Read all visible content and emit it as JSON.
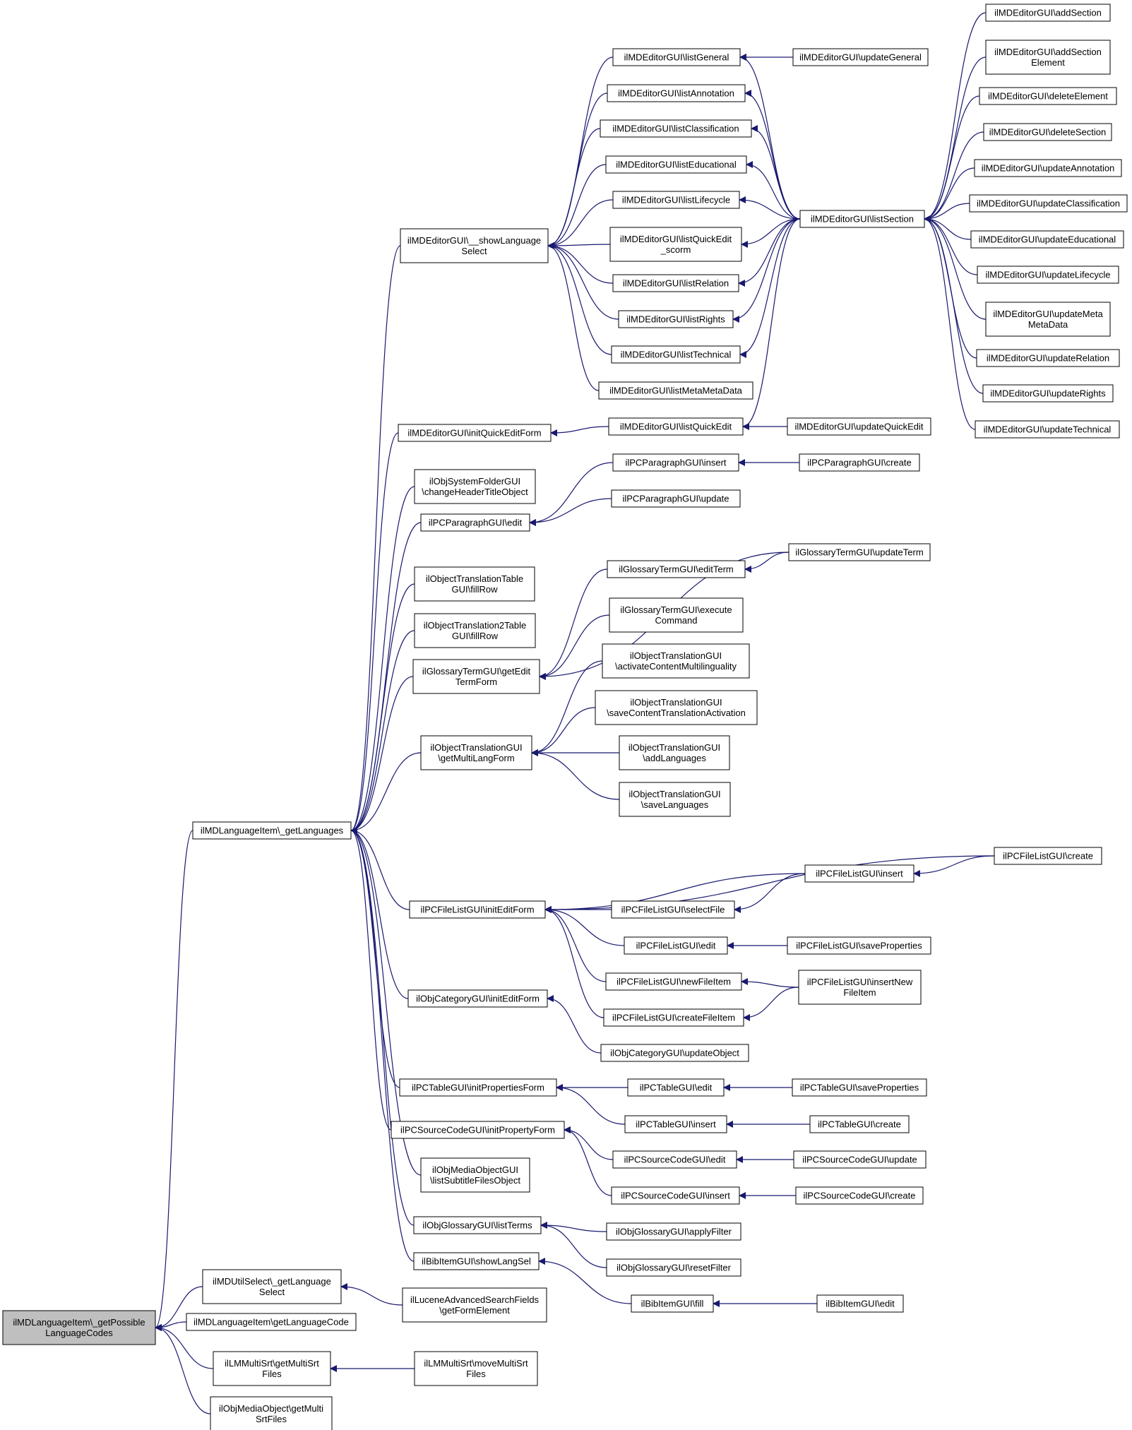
{
  "diagram": {
    "colors": {
      "edge": "#191970",
      "node_border": "#000000",
      "node_fill": "#ffffff",
      "root_fill": "#bfbfbf"
    },
    "nodes": [
      {
        "id": "root",
        "lines": [
          "ilMDLanguageItem\\_getPossible",
          "LanguageCodes"
        ],
        "root": true
      },
      {
        "id": "getLanguages",
        "lines": [
          "ilMDLanguageItem\\_getLanguages"
        ]
      },
      {
        "id": "utilSelect",
        "lines": [
          "ilMDUtilSelect\\_getLanguage",
          "Select"
        ]
      },
      {
        "id": "getLanguageCode",
        "lines": [
          "ilMDLanguageItem\\getLanguageCode"
        ]
      },
      {
        "id": "lmGetMulti",
        "lines": [
          "ilLMMultiSrt\\getMultiSrt",
          "Files"
        ]
      },
      {
        "id": "mobGetMulti",
        "lines": [
          "ilObjMediaObject\\getMulti",
          "SrtFiles"
        ]
      },
      {
        "id": "luceneAdv",
        "lines": [
          "ilLuceneAdvancedSearchFields",
          "\\getFormElement"
        ]
      },
      {
        "id": "lmMove",
        "lines": [
          "ilLMMultiSrt\\moveMultiSrt",
          "Files"
        ]
      },
      {
        "id": "showLangSel",
        "lines": [
          "ilMDEditorGUI\\__showLanguage",
          "Select"
        ]
      },
      {
        "id": "initQuickEditForm",
        "lines": [
          "ilMDEditorGUI\\initQuickEditForm"
        ]
      },
      {
        "id": "sysFolder",
        "lines": [
          "ilObjSystemFolderGUI",
          "\\changeHeaderTitleObject"
        ]
      },
      {
        "id": "pcParEdit",
        "lines": [
          "ilPCParagraphGUI\\edit"
        ]
      },
      {
        "id": "objTransTable",
        "lines": [
          "ilObjectTranslationTable",
          "GUI\\fillRow"
        ]
      },
      {
        "id": "objTrans2Table",
        "lines": [
          "ilObjectTranslation2Table",
          "GUI\\fillRow"
        ]
      },
      {
        "id": "glossGetEdit",
        "lines": [
          "ilGlossaryTermGUI\\getEdit",
          "TermForm"
        ]
      },
      {
        "id": "objTransGetMulti",
        "lines": [
          "ilObjectTranslationGUI",
          "\\getMultiLangForm"
        ]
      },
      {
        "id": "pcFileInitEdit",
        "lines": [
          "ilPCFileListGUI\\initEditForm"
        ]
      },
      {
        "id": "objCatInitEdit",
        "lines": [
          "ilObjCategoryGUI\\initEditForm"
        ]
      },
      {
        "id": "pcTableInitProps",
        "lines": [
          "ilPCTableGUI\\initPropertiesForm"
        ]
      },
      {
        "id": "pcSrcInitProp",
        "lines": [
          "ilPCSourceCodeGUI\\initPropertyForm"
        ]
      },
      {
        "id": "mobListSubtitle",
        "lines": [
          "ilObjMediaObjectGUI",
          "\\listSubtitleFilesObject"
        ]
      },
      {
        "id": "glossListTerms",
        "lines": [
          "ilObjGlossaryGUI\\listTerms"
        ]
      },
      {
        "id": "bibShowLangSel",
        "lines": [
          "ilBibItemGUI\\showLangSel"
        ]
      },
      {
        "id": "listGeneral",
        "lines": [
          "ilMDEditorGUI\\listGeneral"
        ]
      },
      {
        "id": "listAnnotation",
        "lines": [
          "ilMDEditorGUI\\listAnnotation"
        ]
      },
      {
        "id": "listClassification",
        "lines": [
          "ilMDEditorGUI\\listClassification"
        ]
      },
      {
        "id": "listEducational",
        "lines": [
          "ilMDEditorGUI\\listEducational"
        ]
      },
      {
        "id": "listLifecycle",
        "lines": [
          "ilMDEditorGUI\\listLifecycle"
        ]
      },
      {
        "id": "listQuickEditScorm",
        "lines": [
          "ilMDEditorGUI\\listQuickEdit",
          "_scorm"
        ]
      },
      {
        "id": "listRelation",
        "lines": [
          "ilMDEditorGUI\\listRelation"
        ]
      },
      {
        "id": "listRights",
        "lines": [
          "ilMDEditorGUI\\listRights"
        ]
      },
      {
        "id": "listTechnical",
        "lines": [
          "ilMDEditorGUI\\listTechnical"
        ]
      },
      {
        "id": "listMetaMetaData",
        "lines": [
          "ilMDEditorGUI\\listMetaMetaData"
        ]
      },
      {
        "id": "listQuickEdit",
        "lines": [
          "ilMDEditorGUI\\listQuickEdit"
        ]
      },
      {
        "id": "pcParInsert",
        "lines": [
          "ilPCParagraphGUI\\insert"
        ]
      },
      {
        "id": "pcParUpdate",
        "lines": [
          "ilPCParagraphGUI\\update"
        ]
      },
      {
        "id": "glossEditTerm",
        "lines": [
          "ilGlossaryTermGUI\\editTerm"
        ]
      },
      {
        "id": "glossExecute",
        "lines": [
          "ilGlossaryTermGUI\\execute",
          "Command"
        ]
      },
      {
        "id": "objTransActivate",
        "lines": [
          "ilObjectTranslationGUI",
          "\\activateContentMultilinguality"
        ]
      },
      {
        "id": "objTransSaveAct",
        "lines": [
          "ilObjectTranslationGUI",
          "\\saveContentTranslationActivation"
        ]
      },
      {
        "id": "objTransAddLang",
        "lines": [
          "ilObjectTranslationGUI",
          "\\addLanguages"
        ]
      },
      {
        "id": "objTransSaveLang",
        "lines": [
          "ilObjectTranslationGUI",
          "\\saveLanguages"
        ]
      },
      {
        "id": "pcFileSelect",
        "lines": [
          "ilPCFileListGUI\\selectFile"
        ]
      },
      {
        "id": "pcFileEdit",
        "lines": [
          "ilPCFileListGUI\\edit"
        ]
      },
      {
        "id": "pcFileNewItem",
        "lines": [
          "ilPCFileListGUI\\newFileItem"
        ]
      },
      {
        "id": "pcFileCreateItem",
        "lines": [
          "ilPCFileListGUI\\createFileItem"
        ]
      },
      {
        "id": "objCatUpdate",
        "lines": [
          "ilObjCategoryGUI\\updateObject"
        ]
      },
      {
        "id": "pcTableEdit",
        "lines": [
          "ilPCTableGUI\\edit"
        ]
      },
      {
        "id": "pcTableInsert",
        "lines": [
          "ilPCTableGUI\\insert"
        ]
      },
      {
        "id": "pcSrcEdit",
        "lines": [
          "ilPCSourceCodeGUI\\edit"
        ]
      },
      {
        "id": "pcSrcInsert",
        "lines": [
          "ilPCSourceCodeGUI\\insert"
        ]
      },
      {
        "id": "glossApplyFilter",
        "lines": [
          "ilObjGlossaryGUI\\applyFilter"
        ]
      },
      {
        "id": "glossResetFilter",
        "lines": [
          "ilObjGlossaryGUI\\resetFilter"
        ]
      },
      {
        "id": "bibFill",
        "lines": [
          "ilBibItemGUI\\fill"
        ]
      },
      {
        "id": "updateGeneral",
        "lines": [
          "ilMDEditorGUI\\updateGeneral"
        ]
      },
      {
        "id": "listSection",
        "lines": [
          "ilMDEditorGUI\\listSection"
        ]
      },
      {
        "id": "updateQuickEdit",
        "lines": [
          "ilMDEditorGUI\\updateQuickEdit"
        ]
      },
      {
        "id": "pcParCreate",
        "lines": [
          "ilPCParagraphGUI\\create"
        ]
      },
      {
        "id": "glossUpdateTerm",
        "lines": [
          "ilGlossaryTermGUI\\updateTerm"
        ]
      },
      {
        "id": "pcFileInsert",
        "lines": [
          "ilPCFileListGUI\\insert"
        ]
      },
      {
        "id": "pcFileSaveProps",
        "lines": [
          "ilPCFileListGUI\\saveProperties"
        ]
      },
      {
        "id": "pcFileInsertNew",
        "lines": [
          "ilPCFileListGUI\\insertNew",
          "FileItem"
        ]
      },
      {
        "id": "pcTableSaveProps",
        "lines": [
          "ilPCTableGUI\\saveProperties"
        ]
      },
      {
        "id": "pcTableCreate",
        "lines": [
          "ilPCTableGUI\\create"
        ]
      },
      {
        "id": "pcSrcUpdate",
        "lines": [
          "ilPCSourceCodeGUI\\update"
        ]
      },
      {
        "id": "pcSrcCreate",
        "lines": [
          "ilPCSourceCodeGUI\\create"
        ]
      },
      {
        "id": "bibEdit",
        "lines": [
          "ilBibItemGUI\\edit"
        ]
      },
      {
        "id": "addSection",
        "lines": [
          "ilMDEditorGUI\\addSection"
        ]
      },
      {
        "id": "addSectionElement",
        "lines": [
          "ilMDEditorGUI\\addSection",
          "Element"
        ]
      },
      {
        "id": "deleteElement",
        "lines": [
          "ilMDEditorGUI\\deleteElement"
        ]
      },
      {
        "id": "deleteSection",
        "lines": [
          "ilMDEditorGUI\\deleteSection"
        ]
      },
      {
        "id": "updateAnnotation",
        "lines": [
          "ilMDEditorGUI\\updateAnnotation"
        ]
      },
      {
        "id": "updateClassification",
        "lines": [
          "ilMDEditorGUI\\updateClassification"
        ]
      },
      {
        "id": "updateEducational",
        "lines": [
          "ilMDEditorGUI\\updateEducational"
        ]
      },
      {
        "id": "updateLifecycle",
        "lines": [
          "ilMDEditorGUI\\updateLifecycle"
        ]
      },
      {
        "id": "updateMetaMetaData",
        "lines": [
          "ilMDEditorGUI\\updateMeta",
          "MetaData"
        ]
      },
      {
        "id": "updateRelation",
        "lines": [
          "ilMDEditorGUI\\updateRelation"
        ]
      },
      {
        "id": "updateRights",
        "lines": [
          "ilMDEditorGUI\\updateRights"
        ]
      },
      {
        "id": "updateTechnical",
        "lines": [
          "ilMDEditorGUI\\updateTechnical"
        ]
      },
      {
        "id": "pcFileCreate",
        "lines": [
          "ilPCFileListGUI\\create"
        ]
      }
    ],
    "edges": [
      [
        "getLanguages",
        "root"
      ],
      [
        "utilSelect",
        "root"
      ],
      [
        "getLanguageCode",
        "root"
      ],
      [
        "lmGetMulti",
        "root"
      ],
      [
        "mobGetMulti",
        "root"
      ],
      [
        "luceneAdv",
        "utilSelect"
      ],
      [
        "lmMove",
        "lmGetMulti"
      ],
      [
        "showLangSel",
        "getLanguages"
      ],
      [
        "initQuickEditForm",
        "getLanguages"
      ],
      [
        "sysFolder",
        "getLanguages"
      ],
      [
        "pcParEdit",
        "getLanguages"
      ],
      [
        "objTransTable",
        "getLanguages"
      ],
      [
        "objTrans2Table",
        "getLanguages"
      ],
      [
        "glossGetEdit",
        "getLanguages"
      ],
      [
        "objTransGetMulti",
        "getLanguages"
      ],
      [
        "pcFileInitEdit",
        "getLanguages"
      ],
      [
        "objCatInitEdit",
        "getLanguages"
      ],
      [
        "pcTableInitProps",
        "getLanguages"
      ],
      [
        "pcSrcInitProp",
        "getLanguages"
      ],
      [
        "mobListSubtitle",
        "getLanguages"
      ],
      [
        "glossListTerms",
        "getLanguages"
      ],
      [
        "bibShowLangSel",
        "getLanguages"
      ],
      [
        "listGeneral",
        "showLangSel"
      ],
      [
        "listAnnotation",
        "showLangSel"
      ],
      [
        "listClassification",
        "showLangSel"
      ],
      [
        "listEducational",
        "showLangSel"
      ],
      [
        "listLifecycle",
        "showLangSel"
      ],
      [
        "listQuickEditScorm",
        "showLangSel"
      ],
      [
        "listRelation",
        "showLangSel"
      ],
      [
        "listRights",
        "showLangSel"
      ],
      [
        "listTechnical",
        "showLangSel"
      ],
      [
        "listMetaMetaData",
        "showLangSel"
      ],
      [
        "listQuickEdit",
        "initQuickEditForm"
      ],
      [
        "pcParInsert",
        "pcParEdit"
      ],
      [
        "pcParUpdate",
        "pcParEdit"
      ],
      [
        "glossEditTerm",
        "glossGetEdit"
      ],
      [
        "glossExecute",
        "glossGetEdit"
      ],
      [
        "glossUpdateTerm",
        "glossGetEdit"
      ],
      [
        "objTransActivate",
        "objTransGetMulti"
      ],
      [
        "objTransSaveAct",
        "objTransGetMulti"
      ],
      [
        "objTransAddLang",
        "objTransGetMulti"
      ],
      [
        "objTransSaveLang",
        "objTransGetMulti"
      ],
      [
        "pcFileSelect",
        "pcFileInitEdit"
      ],
      [
        "pcFileEdit",
        "pcFileInitEdit"
      ],
      [
        "pcFileNewItem",
        "pcFileInitEdit"
      ],
      [
        "pcFileCreateItem",
        "pcFileInitEdit"
      ],
      [
        "pcFileInsert",
        "pcFileInitEdit"
      ],
      [
        "pcFileCreate",
        "pcFileInitEdit"
      ],
      [
        "objCatUpdate",
        "objCatInitEdit"
      ],
      [
        "pcTableEdit",
        "pcTableInitProps"
      ],
      [
        "pcTableInsert",
        "pcTableInitProps"
      ],
      [
        "pcSrcEdit",
        "pcSrcInitProp"
      ],
      [
        "pcSrcInsert",
        "pcSrcInitProp"
      ],
      [
        "glossApplyFilter",
        "glossListTerms"
      ],
      [
        "glossResetFilter",
        "glossListTerms"
      ],
      [
        "bibFill",
        "bibShowLangSel"
      ],
      [
        "updateGeneral",
        "listGeneral"
      ],
      [
        "updateQuickEdit",
        "listQuickEdit"
      ],
      [
        "pcParCreate",
        "pcParInsert"
      ],
      [
        "glossUpdateTerm",
        "glossEditTerm"
      ],
      [
        "pcFileInsert",
        "pcFileSelect"
      ],
      [
        "pcFileSaveProps",
        "pcFileEdit"
      ],
      [
        "pcFileInsertNew",
        "pcFileNewItem"
      ],
      [
        "pcFileInsertNew",
        "pcFileCreateItem"
      ],
      [
        "pcTableSaveProps",
        "pcTableEdit"
      ],
      [
        "pcTableCreate",
        "pcTableInsert"
      ],
      [
        "pcSrcUpdate",
        "pcSrcEdit"
      ],
      [
        "pcSrcCreate",
        "pcSrcInsert"
      ],
      [
        "bibEdit",
        "bibFill"
      ],
      [
        "pcFileCreate",
        "pcFileInsert"
      ],
      [
        "listSection",
        "listGeneral"
      ],
      [
        "listSection",
        "listAnnotation"
      ],
      [
        "listSection",
        "listClassification"
      ],
      [
        "listSection",
        "listEducational"
      ],
      [
        "listSection",
        "listLifecycle"
      ],
      [
        "listSection",
        "listQuickEditScorm"
      ],
      [
        "listSection",
        "listRelation"
      ],
      [
        "listSection",
        "listRights"
      ],
      [
        "listSection",
        "listTechnical"
      ],
      [
        "listSection",
        "listQuickEdit"
      ],
      [
        "addSection",
        "listSection"
      ],
      [
        "addSectionElement",
        "listSection"
      ],
      [
        "deleteElement",
        "listSection"
      ],
      [
        "deleteSection",
        "listSection"
      ],
      [
        "updateAnnotation",
        "listSection"
      ],
      [
        "updateClassification",
        "listSection"
      ],
      [
        "updateEducational",
        "listSection"
      ],
      [
        "updateLifecycle",
        "listSection"
      ],
      [
        "updateMetaMetaData",
        "listSection"
      ],
      [
        "updateRelation",
        "listSection"
      ],
      [
        "updateRights",
        "listSection"
      ],
      [
        "updateTechnical",
        "listSection"
      ]
    ]
  }
}
